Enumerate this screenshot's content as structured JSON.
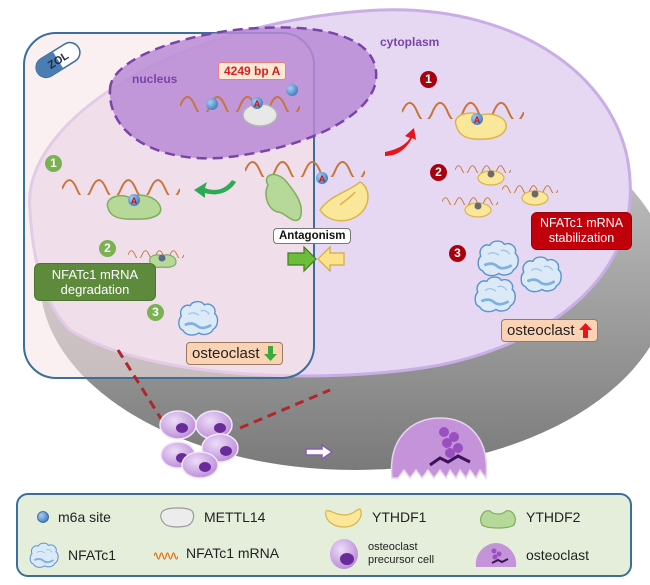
{
  "figure": {
    "compartments": {
      "nucleus_label": "nucleus",
      "cytoplasm_label": "cytoplasm"
    },
    "drug_label": "ZOL",
    "mutation_tag": "4249 bp A",
    "antagonism_label": "Antagonism",
    "left_panel": {
      "steps": [
        "1",
        "2",
        "3"
      ],
      "outcome_box": "NFATc1 mRNA\ndegradation",
      "outcome_line1": "NFATc1 mRNA",
      "outcome_line2": "degradation",
      "result_label": "osteoclast",
      "result_direction": "down"
    },
    "right_panel": {
      "steps": [
        "1",
        "2",
        "3"
      ],
      "outcome_line1": "NFATc1 mRNA",
      "outcome_line2": "stabilization",
      "result_label": "osteoclast",
      "result_direction": "up"
    },
    "colors": {
      "zol_panel_border": "#3b6e9a",
      "green_step": "#7ab152",
      "red_step": "#a8000c",
      "nucleus": "#b98bd6",
      "cytoplasm": "#e6d8f2"
    }
  },
  "legend": {
    "items": [
      {
        "icon": "m6a-site-icon",
        "label": "m6a site"
      },
      {
        "icon": "mettl14-icon",
        "label": "METTL14"
      },
      {
        "icon": "ythdf1-icon",
        "label": "YTHDF1"
      },
      {
        "icon": "ythdf2-icon",
        "label": "YTHDF2"
      },
      {
        "icon": "nfatc1-protein-icon",
        "label": "NFATc1"
      },
      {
        "icon": "nfatc1-mrna-icon",
        "label": "NFATc1 mRNA"
      },
      {
        "icon": "osteoclast-precursor-icon",
        "label_line1": "osteoclast",
        "label_line2": "precursor cell"
      },
      {
        "icon": "osteoclast-icon",
        "label": "osteoclast"
      }
    ]
  }
}
